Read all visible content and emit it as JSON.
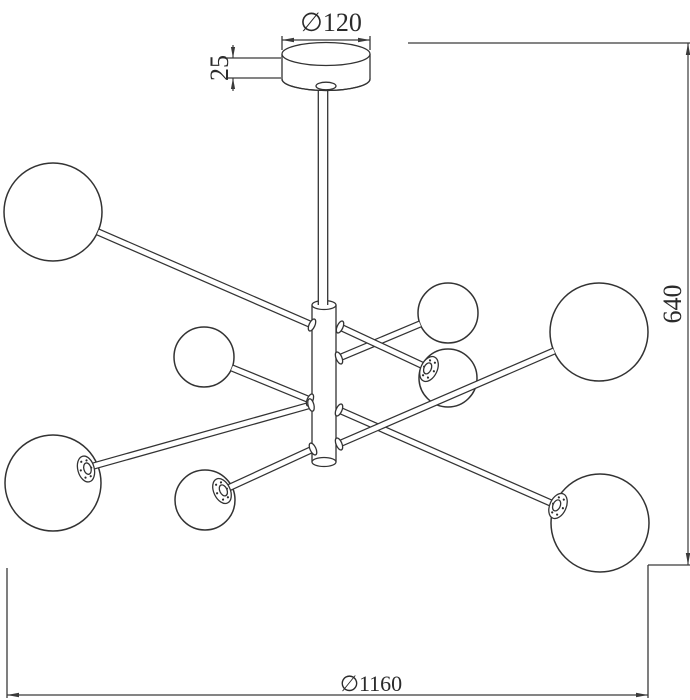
{
  "drawing": {
    "dimensions": {
      "canopy_diameter": "∅120",
      "canopy_height": "25",
      "overall_height": "640",
      "overall_diameter": "∅1160"
    }
  }
}
